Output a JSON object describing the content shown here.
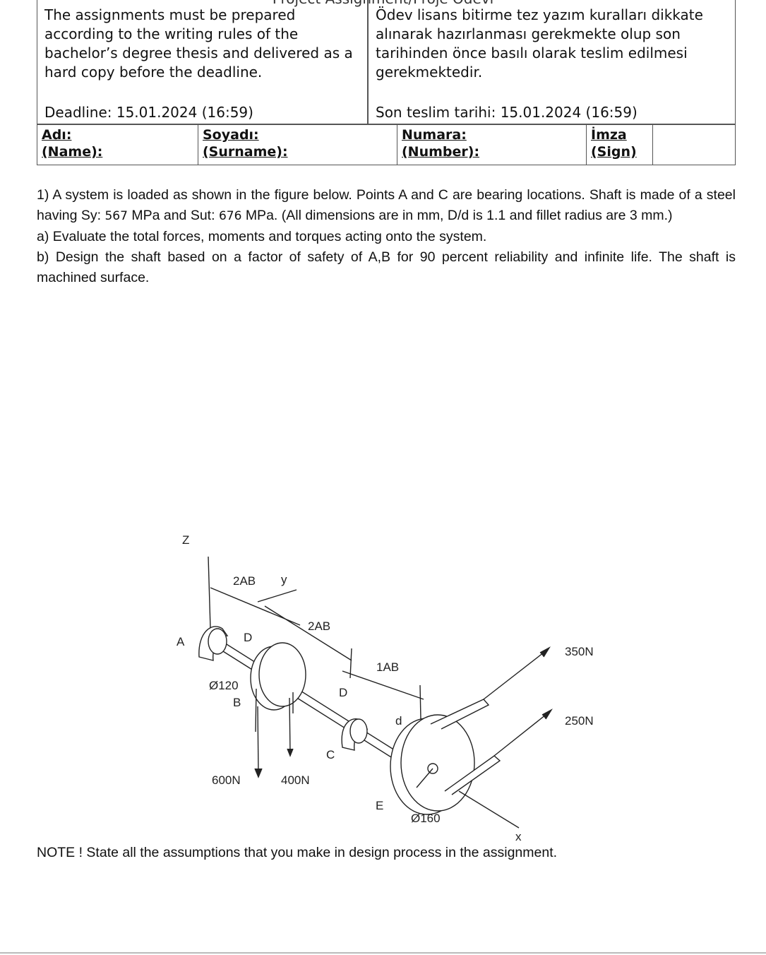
{
  "header_fragment": "Project Assignment/Proje Ödevi",
  "table": {
    "english_text": "The assignments must be prepared according to the writing rules of the bachelor’s degree thesis and delivered as a hard copy before the deadline.",
    "english_deadline": "Deadline: 15.01.2024 (16:59)",
    "turkish_text": "Ödev lisans bitirme tez yazım kuralları dikkate alınarak hazırlanması gerekmekte olup son tarihinden önce basılı olarak teslim edilmesi gerekmektedir.",
    "turkish_deadline": "Son teslim tarihi: 15.01.2024 (16:59)",
    "sign_fields": [
      {
        "line1": "Adı:",
        "line2": "(Name):"
      },
      {
        "line1": "Soyadı:",
        "line2": "(Surname):"
      },
      {
        "line1": "Numara:",
        "line2": "(Number):"
      },
      {
        "line1": "İmza",
        "line2": "(Sign)"
      }
    ]
  },
  "problem": {
    "intro_a": "1) A system is loaded as shown in the figure below. Points A and C are bearing locations. Shaft is made of a steel having Sy:",
    "sy_value": "567",
    "intro_b": "MPa and Sut:",
    "sut_value": "676",
    "intro_c": "MPa. (All dimensions are in mm, D/d is 1.1 and fillet radius are 3 mm.)",
    "part_a": "a) Evaluate the total forces, moments and torques acting onto the system.",
    "part_b": "b) Design the shaft based on a factor of safety of A,B for 90 percent reliability and infinite life. The shaft is machined surface."
  },
  "figure": {
    "axis_z": "Z",
    "axis_y": "y",
    "axis_x": "x",
    "dim_2ab_top": "2AB",
    "dim_2ab_mid": "2AB",
    "dim_1ab": "1AB",
    "point_a": "A",
    "point_b": "B",
    "point_c": "C",
    "point_e": "E",
    "label_d_upper_1": "D",
    "label_d_upper_2": "D",
    "label_d_lower": "d",
    "dia_120": "Ø120",
    "dia_160": "Ø160",
    "force_600": "600N",
    "force_400": "400N",
    "force_350": "350N",
    "force_250": "250N"
  },
  "note": "NOTE ! State all the assumptions that you make in design process in the assignment."
}
